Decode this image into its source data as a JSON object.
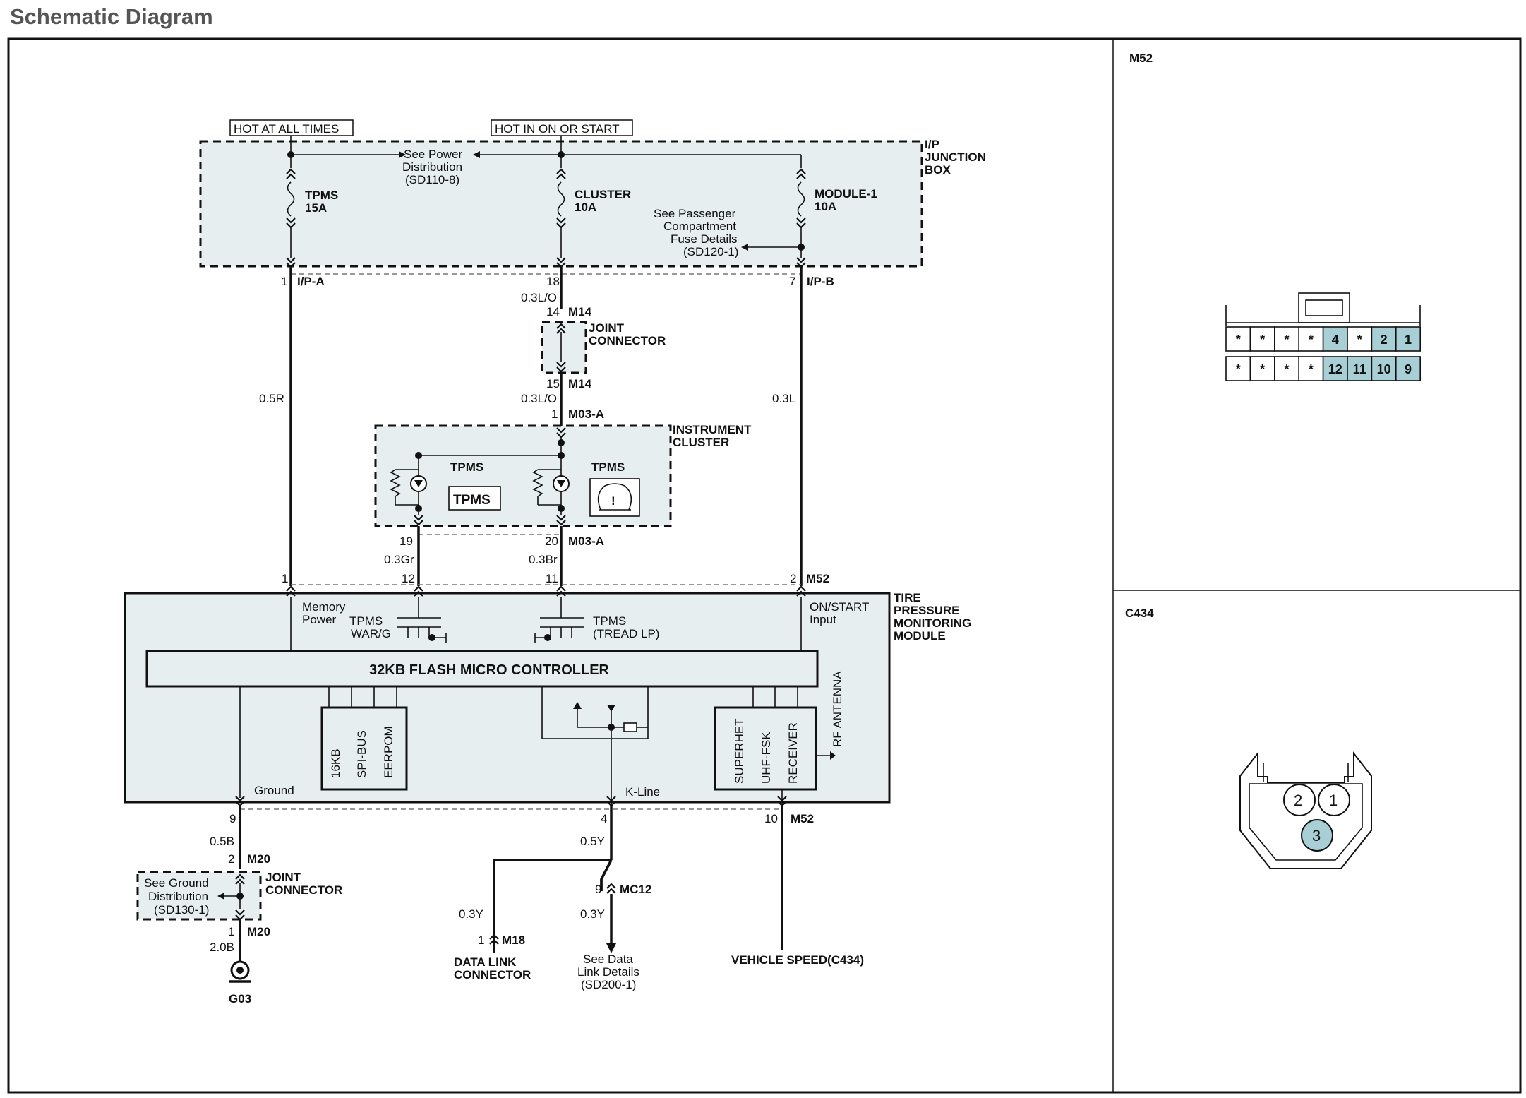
{
  "title": "Schematic Diagram",
  "power": {
    "hot_all_times": "HOT AT ALL TIMES",
    "hot_in_on_start": "HOT IN ON OR START",
    "see_power_1": "See Power",
    "see_power_2": "Distribution",
    "see_power_3": "(SD110-8)",
    "see_pass_1": "See Passenger",
    "see_pass_2": "Compartment",
    "see_pass_3": "Fuse Details",
    "see_pass_4": "(SD120-1)"
  },
  "junction_box": {
    "l1": "I/P",
    "l2": "JUNCTION",
    "l3": "BOX"
  },
  "fuses": [
    {
      "name": "TPMS",
      "rating": "15A"
    },
    {
      "name": "CLUSTER",
      "rating": "10A"
    },
    {
      "name": "MODULE-1",
      "rating": "10A"
    }
  ],
  "pins": {
    "p1": "1",
    "ipa": "I/P-A",
    "p18": "18",
    "p7": "7",
    "ipb": "I/P-B",
    "p14": "14",
    "m14": "M14",
    "p15": "15",
    "m14b": "M14",
    "p1b": "1",
    "m03a": "M03-A",
    "p19": "19",
    "p20": "20",
    "m03a2": "M03-A",
    "p1c": "1",
    "p12": "12",
    "p11": "11",
    "p2": "2",
    "m52": "M52",
    "p9": "9",
    "p4": "4",
    "p10": "10",
    "m52b": "M52",
    "p2b": "2",
    "m20": "M20",
    "p1d": "1",
    "m20b": "M20",
    "p9b": "9",
    "mc12": "MC12",
    "p1e": "1",
    "m18": "M18"
  },
  "wires": {
    "w05r": "0.5R",
    "w03lo_a": "0.3L/O",
    "w03lo_b": "0.3L/O",
    "w03l": "0.3L",
    "w03gr": "0.3Gr",
    "w03br": "0.3Br",
    "w05b": "0.5B",
    "w20b": "2.0B",
    "w05y": "0.5Y",
    "w03y_a": "0.3Y",
    "w03y_b": "0.3Y"
  },
  "joint1": {
    "l1": "JOINT",
    "l2": "CONNECTOR"
  },
  "cluster": {
    "l1": "INSTRUMENT",
    "l2": "CLUSTER",
    "tpms_a": "TPMS",
    "tpms_b": "TPMS",
    "tpms_box": "TPMS",
    "tire_glyph": "!"
  },
  "module": {
    "l1": "TIRE",
    "l2": "PRESSURE",
    "l3": "MONITORING",
    "l4": "MODULE",
    "mem_1": "Memory",
    "mem_2": "Power",
    "warg_1": "TPMS",
    "warg_2": "WAR/G",
    "tread_1": "TPMS",
    "tread_2": "(TREAD LP)",
    "on_1": "ON/START",
    "on_2": "Input",
    "mcu": "32KB FLASH MICRO CONTROLLER",
    "mem_blocks": [
      "16KB",
      "SPI-BUS",
      "EERPOM"
    ],
    "rx_blocks": [
      "SUPERHET",
      "UHF-FSK",
      "RECEIVER"
    ],
    "rf": "RF ANTENNA",
    "ground": "Ground",
    "kline": "K-Line"
  },
  "joint2": {
    "l1": "See Ground",
    "l2": "Distribution",
    "l3": "(SD130-1)",
    "j1": "JOINT",
    "j2": "CONNECTOR"
  },
  "ground": "G03",
  "dlc": {
    "l1": "DATA LINK",
    "l2": "CONNECTOR"
  },
  "see_data": {
    "l1": "See Data",
    "l2": "Link Details",
    "l3": "(SD200-1)"
  },
  "vehicle_speed": "VEHICLE SPEED(C434)",
  "connectors": {
    "m52": {
      "label": "M52",
      "row1": [
        "*",
        "*",
        "*",
        "*",
        "4",
        "*",
        "2",
        "1"
      ],
      "row2": [
        "*",
        "*",
        "*",
        "*",
        "12",
        "11",
        "10",
        "9"
      ]
    },
    "c434": {
      "label": "C434",
      "pins": [
        "2",
        "1",
        "3"
      ]
    }
  }
}
